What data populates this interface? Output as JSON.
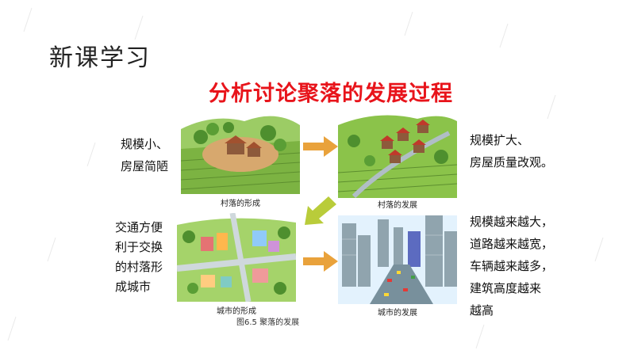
{
  "header": {
    "section_title": "新课学习",
    "main_title": "分析讨论聚落的发展过程"
  },
  "figures": [
    {
      "caption": "村落的形成",
      "note_lines": [
        "规模小、",
        "房屋简陋"
      ]
    },
    {
      "caption": "村落的发展",
      "note_lines": [
        "规模扩大、",
        "房屋质量改观。"
      ]
    },
    {
      "caption": "城市的形成",
      "note_lines": [
        "交通方便",
        "利于交换",
        "的村落形",
        "成城市"
      ]
    },
    {
      "caption": "城市的发展",
      "note_lines": [
        "规模越来越大，",
        "道路越来越宽，",
        "车辆越来越多，",
        "建筑高度越来",
        "越高"
      ]
    }
  ],
  "figure_caption": "图6.5   聚落的发展",
  "colors": {
    "title_red": "#e8141b",
    "arrow_orange": "#e9a23b",
    "arrow_green": "#b9cc3a"
  }
}
